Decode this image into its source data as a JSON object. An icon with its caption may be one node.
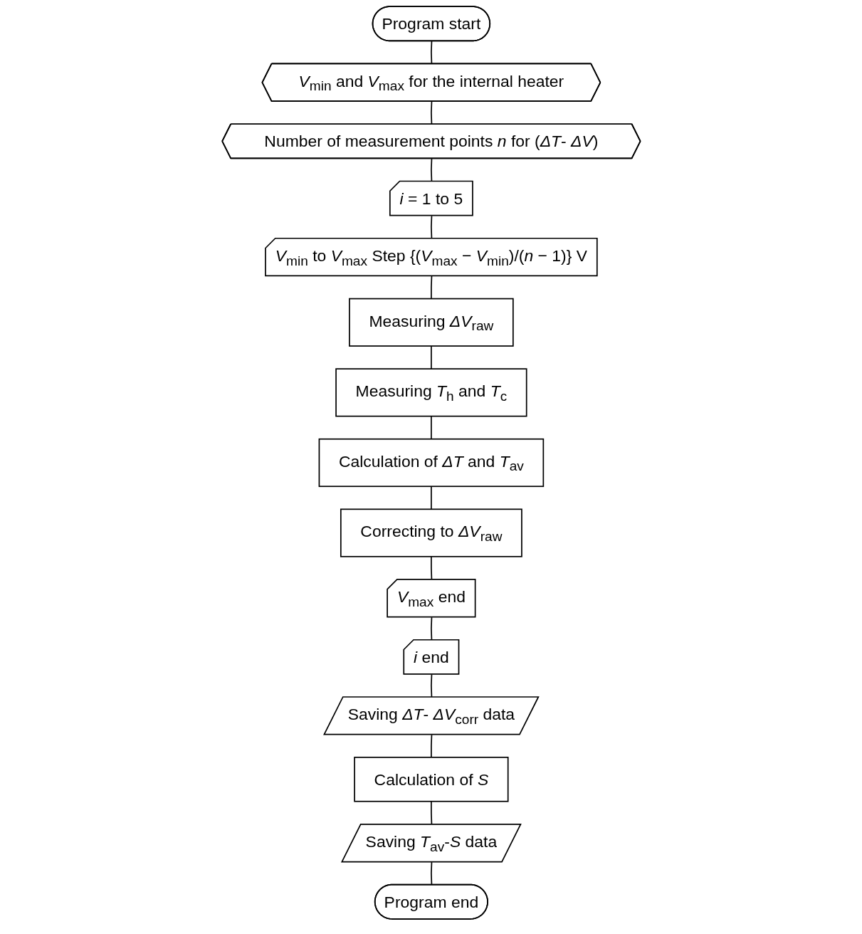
{
  "diagram": {
    "nodes": [
      {
        "text": [
          "Program start"
        ]
      },
      {
        "text": [
          "*V*$_{min}$ and *V*$_{max}$ for the internal heater"
        ]
      },
      {
        "text": [
          "Number of measurement points *n* for (*ΔT*- *ΔV*)"
        ]
      },
      {
        "text": [
          "*i* = 1 to 5"
        ]
      },
      {
        "text": [
          "*V*$_{min}$ to *V*$_{max}$ Step {(*V*$_{max}$ − *V*$_{min}$)/(*n* − 1)} V"
        ]
      },
      {
        "text": [
          "Measuring *ΔV*$_{raw}$"
        ]
      },
      {
        "text": [
          "Measuring *T*$_{h}$ and *T*$_{c}$"
        ]
      },
      {
        "text": [
          "Calculation of *ΔT* and *T*$_{av}$"
        ]
      },
      {
        "text": [
          "Correcting to *ΔV*$_{raw}$"
        ]
      },
      {
        "text": [
          "*V*$_{max}$ end"
        ]
      },
      {
        "text": [
          "*i* end"
        ]
      },
      {
        "text": [
          "Saving *ΔT*- *ΔV*$_{corr}$ data"
        ]
      },
      {
        "text": [
          "Calculation of *S*"
        ]
      },
      {
        "text": [
          "Saving *T*$_{av}$-*S* data"
        ]
      },
      {
        "text": [
          "Program end"
        ]
      }
    ],
    "edges": [
      {
        "from": 0,
        "to": 1,
        "arrow": "none"
      },
      {
        "from": 1,
        "to": 2,
        "arrow": "none"
      },
      {
        "from": 2,
        "to": 3,
        "arrow": "none"
      },
      {
        "from": 3,
        "to": 4,
        "arrow": "none"
      },
      {
        "from": 4,
        "to": 5,
        "arrow": "none"
      },
      {
        "from": 5,
        "to": 6,
        "arrow": "none"
      },
      {
        "from": 6,
        "to": 7,
        "arrow": "none"
      },
      {
        "from": 7,
        "to": 8,
        "arrow": "none"
      },
      {
        "from": 8,
        "to": 9,
        "arrow": "none"
      },
      {
        "from": 9,
        "to": 10,
        "arrow": "none"
      },
      {
        "from": 10,
        "to": 11,
        "arrow": "none"
      },
      {
        "from": 11,
        "to": 12,
        "arrow": "none"
      },
      {
        "from": 12,
        "to": 13,
        "arrow": "none"
      },
      {
        "from": 13,
        "to": 14,
        "arrow": "none"
      }
    ]
  }
}
